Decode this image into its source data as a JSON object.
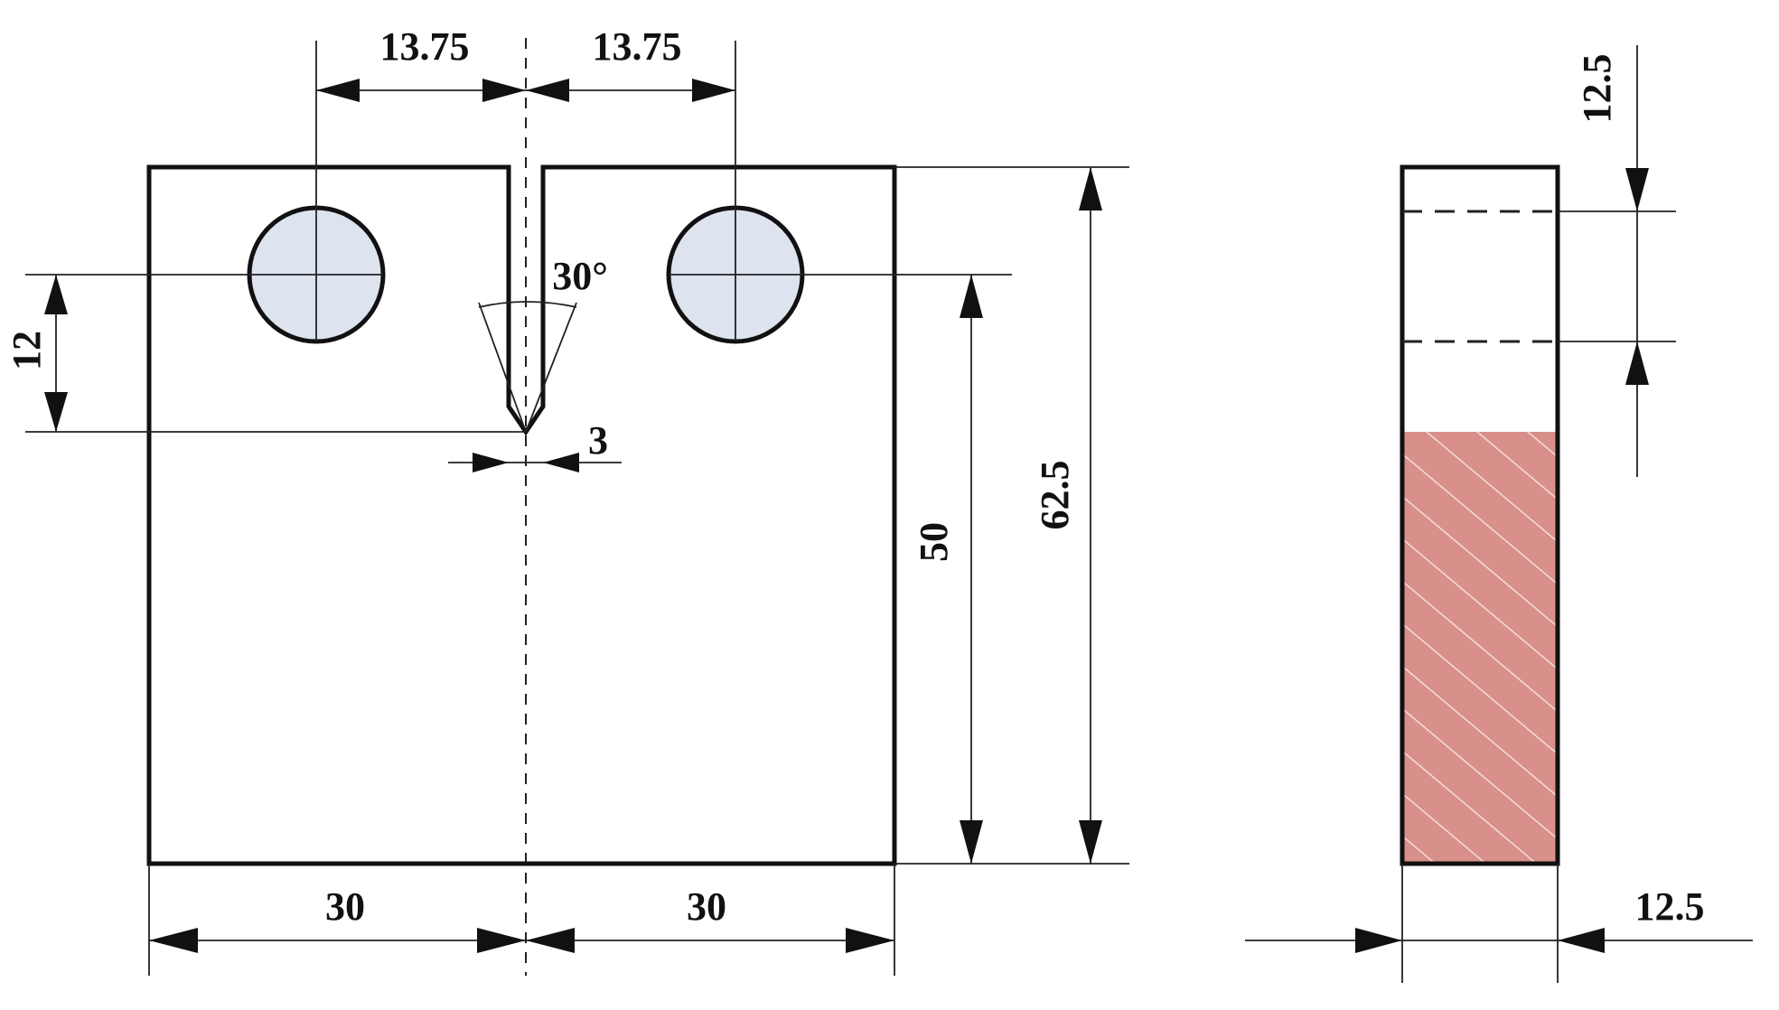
{
  "front_view": {
    "hole_offset_left": "13.75",
    "hole_offset_right": "13.75",
    "notch_depth": "12",
    "notch_angle": "30°",
    "notch_width": "3",
    "hole_to_bottom": "50",
    "total_height": "62.5",
    "half_width_left": "30",
    "half_width_right": "30",
    "hole_fill_color": "#dde4ef"
  },
  "side_view": {
    "top_offset": "12.5",
    "thickness": "12.5",
    "hatch_fill_color": "#d9908a",
    "hatch_line_color": "#f6dcd8"
  }
}
